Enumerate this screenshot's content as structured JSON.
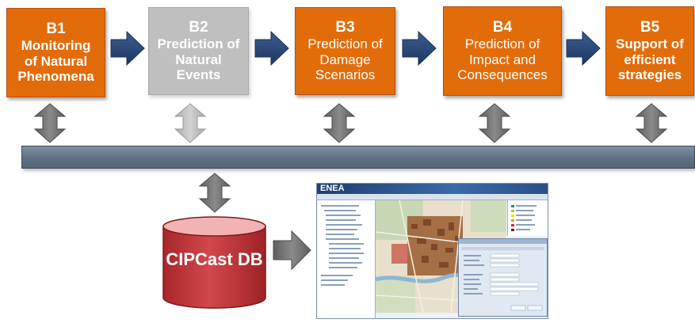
{
  "boxes": [
    {
      "code": "B1",
      "lines": [
        "Monitoring",
        "of Natural",
        "Phenomena"
      ]
    },
    {
      "code": "B2",
      "lines": [
        "Prediction of",
        "Natural",
        "Events"
      ]
    },
    {
      "code": "B3",
      "lines": [
        "Prediction of",
        "Damage",
        "Scenarios"
      ]
    },
    {
      "code": "B4",
      "lines": [
        "Prediction of",
        "Impact and",
        "Consequences"
      ]
    },
    {
      "code": "B5",
      "lines": [
        "Support of",
        "efficient",
        "strategies"
      ]
    }
  ],
  "database": {
    "label": "CIPCast DB"
  },
  "screenshot": {
    "logo": "ENEA"
  },
  "colors": {
    "box_active": "#e36c0a",
    "box_inactive": "#bfbfbf",
    "arrow": "#1f3864",
    "double_arrow": "#7f7f7f",
    "double_arrow_inactive": "#c0c0c0",
    "bus": "#5f7086",
    "database": "#c0363a"
  }
}
